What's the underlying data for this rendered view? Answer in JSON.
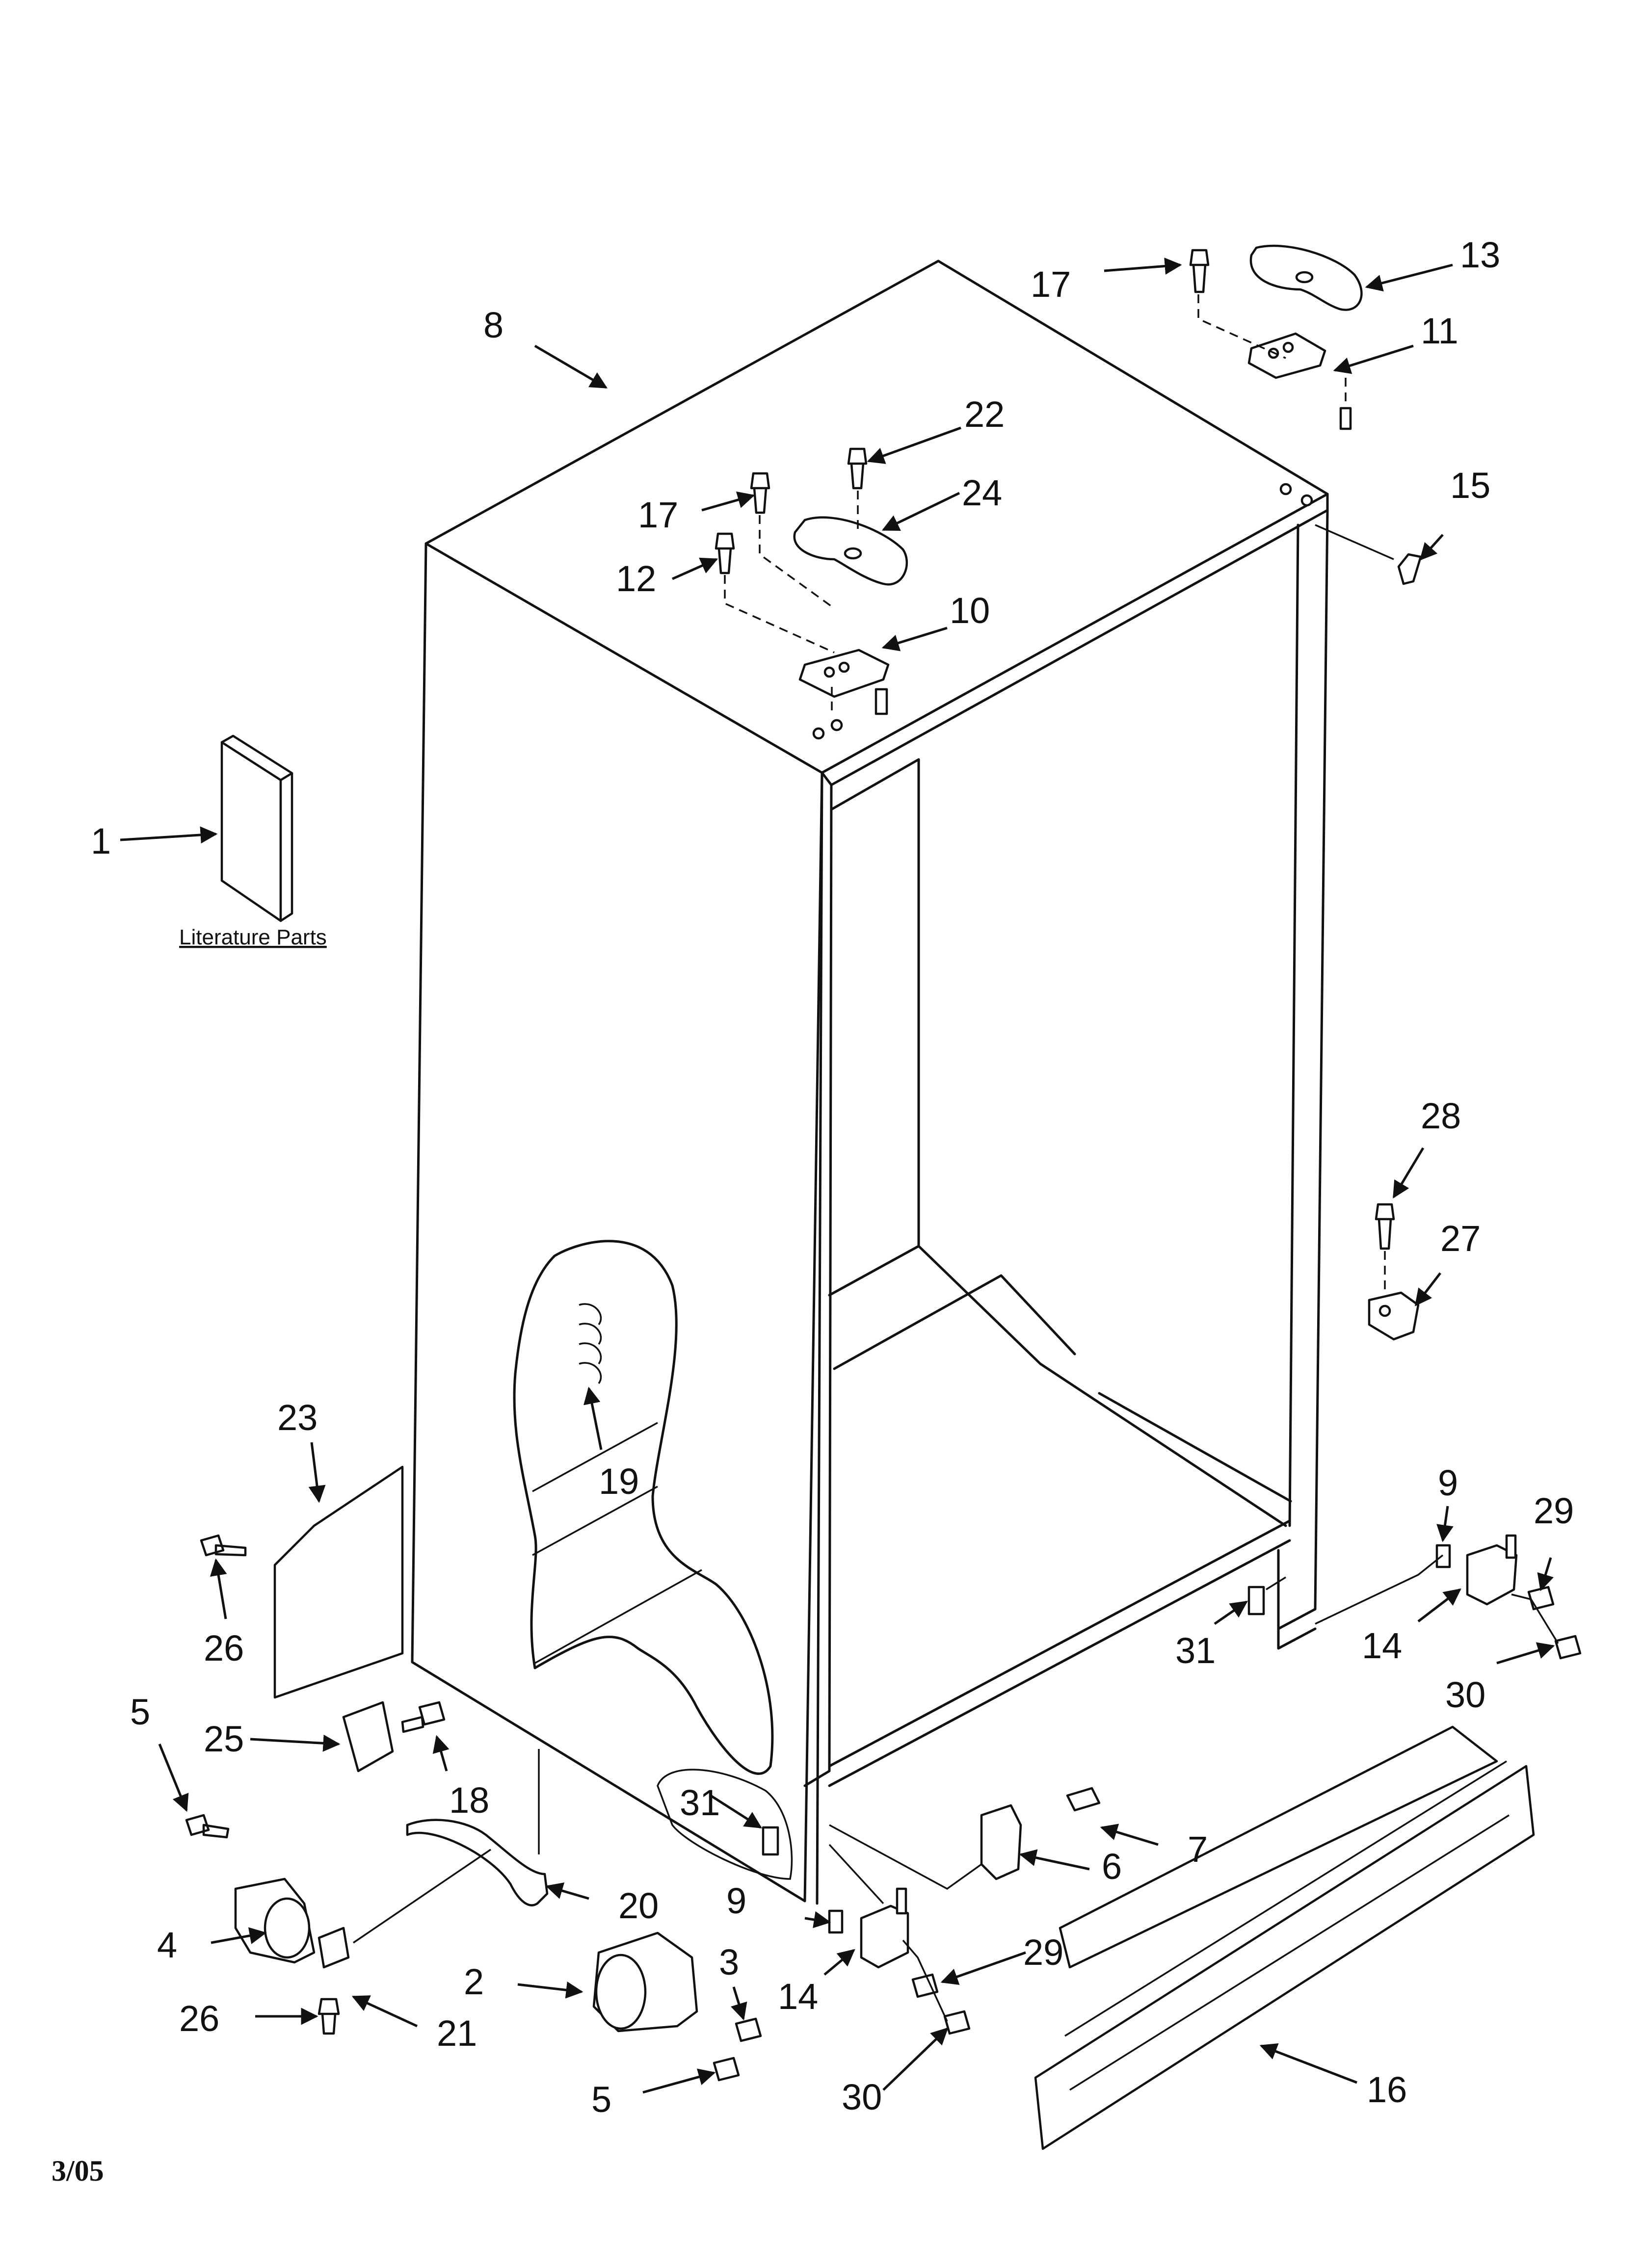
{
  "callouts": [
    "1",
    "2",
    "3",
    "4",
    "5",
    "5",
    "6",
    "7",
    "8",
    "9",
    "9",
    "10",
    "11",
    "12",
    "13",
    "14",
    "14",
    "15",
    "16",
    "17",
    "17",
    "18",
    "19",
    "20",
    "21",
    "22",
    "23",
    "24",
    "25",
    "26",
    "26",
    "27",
    "28",
    "29",
    "29",
    "30",
    "30",
    "31",
    "31"
  ],
  "literature_caption": "Literature Parts",
  "date_code": "3/05"
}
